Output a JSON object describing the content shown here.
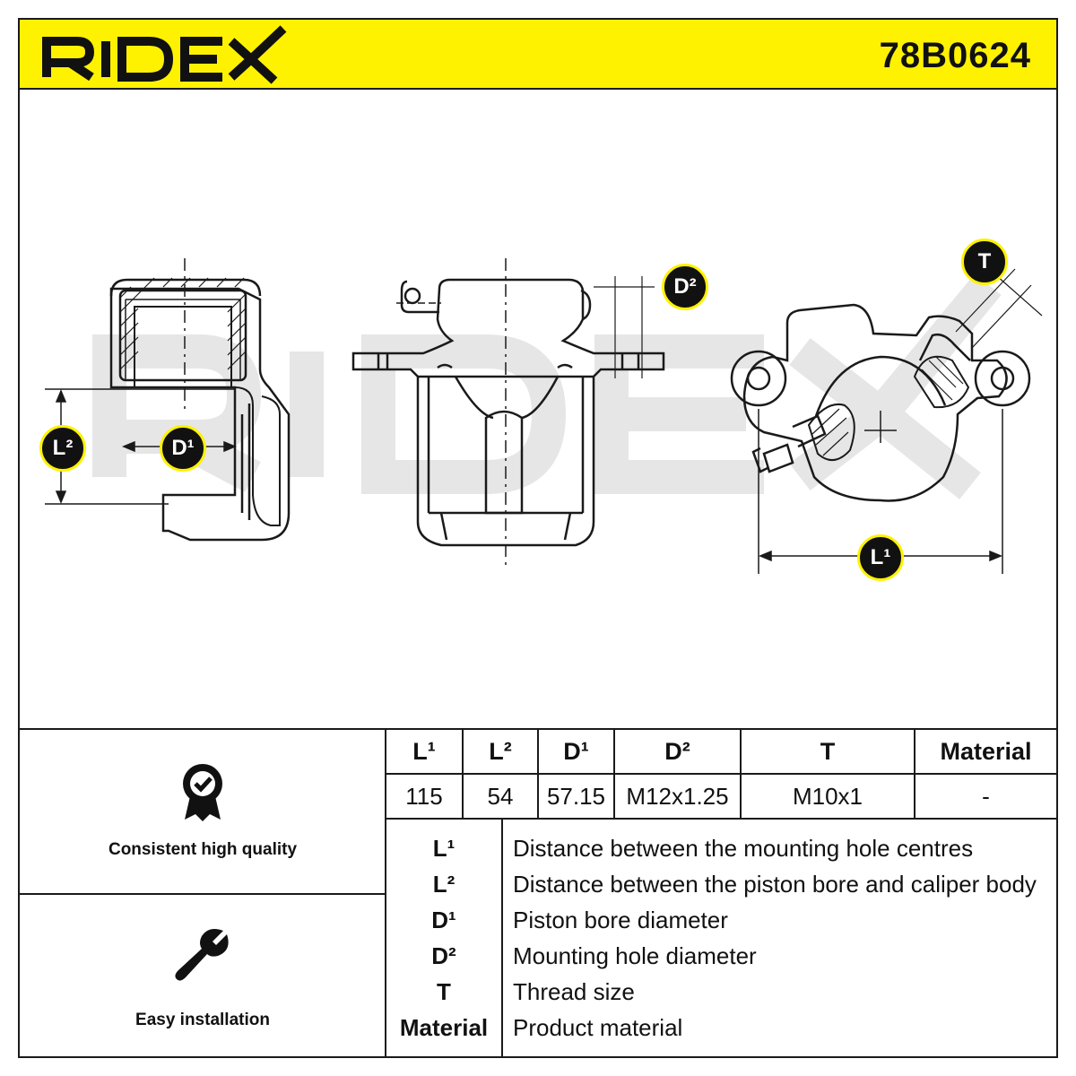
{
  "header": {
    "brand": "RIDEX",
    "part_number": "78B0624"
  },
  "callouts": {
    "l1": "L¹",
    "l2": "L²",
    "d1": "D¹",
    "d2": "D²",
    "t": "T"
  },
  "features": [
    {
      "label": "Consistent high quality",
      "icon": "quality-badge-icon"
    },
    {
      "label": "Easy installation",
      "icon": "wrench-icon"
    }
  ],
  "spec_table": {
    "headers": [
      "L¹",
      "L²",
      "D¹",
      "D²",
      "T",
      "Material"
    ],
    "values": [
      "115",
      "54",
      "57.15",
      "M12x1.25",
      "M10x1",
      "-"
    ]
  },
  "legend": [
    {
      "key": "L¹",
      "desc": "Distance between the mounting hole centres"
    },
    {
      "key": "L²",
      "desc": "Distance between the piston bore and caliper body"
    },
    {
      "key": "D¹",
      "desc": "Piston bore diameter"
    },
    {
      "key": "D²",
      "desc": "Mounting hole diameter"
    },
    {
      "key": "T",
      "desc": "Thread size"
    },
    {
      "key": "Material",
      "desc": "Product material"
    }
  ],
  "colors": {
    "brand_yellow": "#fff200",
    "ink": "#111111",
    "watermark": "#e6e6e6"
  }
}
